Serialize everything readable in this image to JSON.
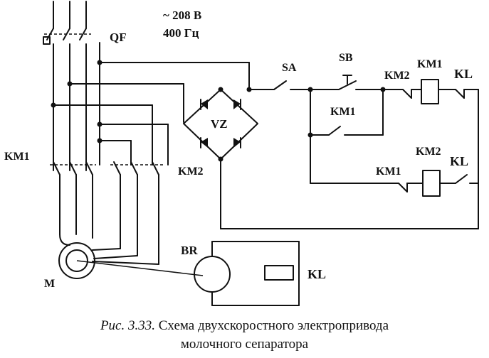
{
  "labels": {
    "qf": "QF",
    "voltage": "~ 208 В",
    "frequency": "400 Гц",
    "sa": "SA",
    "sb": "SB",
    "vz": "VZ",
    "km1_top": "KM1",
    "km2_top": "KM2",
    "kl_top": "KL",
    "km1_hold": "KM1",
    "km2_coil": "KM2",
    "km1_lower": "KM1",
    "kl_lower": "KL",
    "km1_left": "KM1",
    "km2_left": "KM2",
    "m": "M",
    "br": "BR",
    "kl_bottom": "KL"
  },
  "caption": {
    "figure": "Рис. 3.33.",
    "line1": "Схема двухскоростного электропривода",
    "line2": "молочного сепаратора"
  }
}
